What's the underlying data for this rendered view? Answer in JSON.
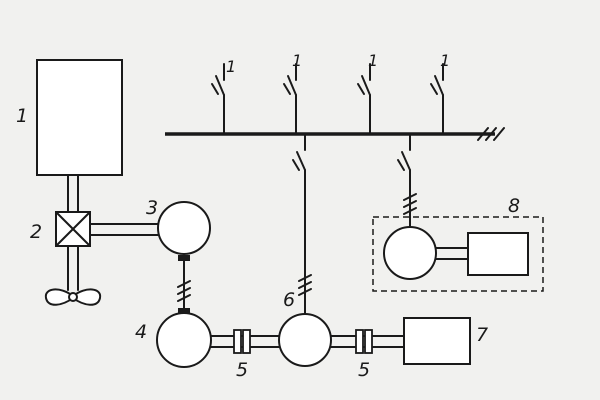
{
  "colors": {
    "background": "#f1f1ef",
    "ink": "#1a1a1a",
    "fill": "#ffffff"
  },
  "labels": {
    "tank": "1",
    "gearbox": "2",
    "machine_3": "3",
    "machine_4": "4",
    "coupling_left": "5",
    "machine_6": "6",
    "coupling_right": "5",
    "machine_7": "7",
    "group_8": "8",
    "feeder_1": "1",
    "feeder_2": "1",
    "feeder_3": "1",
    "feeder_4": "1"
  },
  "icons": {
    "propeller": "propeller-icon",
    "gearbox": "crossed-box-icon",
    "busbar_ground": "ground-hatch-icon"
  }
}
